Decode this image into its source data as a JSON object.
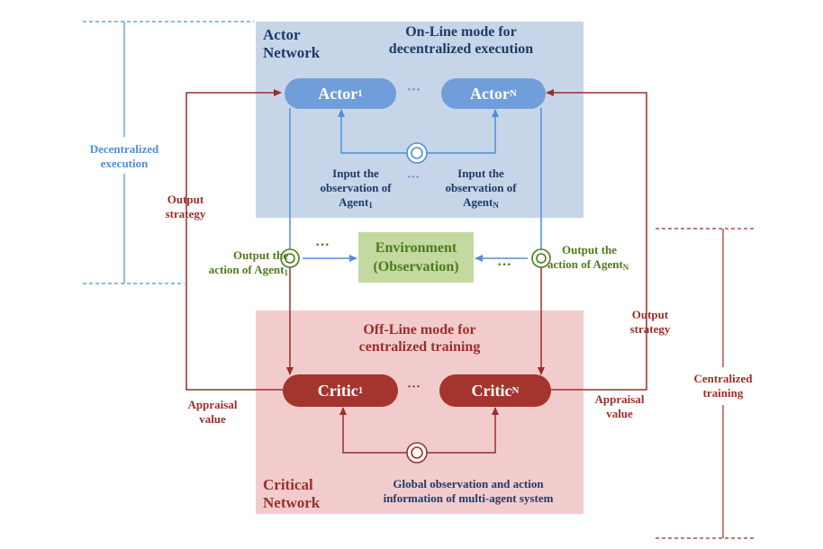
{
  "actor_panel": {
    "title_line1": "Actor",
    "title_line2": "Network",
    "mode_line1": "On-Line mode for",
    "mode_line2": "decentralized execution"
  },
  "critic_panel": {
    "title_line1": "Critical",
    "title_line2": "Network",
    "mode_line1": "Off-Line mode for",
    "mode_line2": "centralized training"
  },
  "actors": {
    "first": {
      "name": "Actor",
      "sub": "1"
    },
    "last": {
      "name": "Actor",
      "sub": "N"
    },
    "ellipsis": "···"
  },
  "critics": {
    "first": {
      "name": "Critic",
      "sub": "1"
    },
    "last": {
      "name": "Critic",
      "sub": "N"
    },
    "ellipsis": "···"
  },
  "environment": {
    "line1": "Environment",
    "line2": "(Observation)"
  },
  "observation_inputs": {
    "left_line1": "Input the",
    "left_line2": "observation of",
    "left_line3": "Agent",
    "left_sub": "1",
    "right_line1": "Input the",
    "right_line2": "observation of",
    "right_line3": "Agent",
    "right_sub": "N",
    "ellipsis": "···"
  },
  "actions": {
    "left_line1": "Output the",
    "left_line2": "action of Agent",
    "left_sub": "1",
    "right_line1": "Output the",
    "right_line2": "action of Agent",
    "right_sub": "N",
    "ellipsis": "···"
  },
  "strategy": {
    "left_line1": "Output",
    "left_line2": "strategy",
    "right_line1": "Output",
    "right_line2": "strategy"
  },
  "appraisal": {
    "left_line1": "Appraisal",
    "left_line2": "value",
    "right_line1": "Appraisal",
    "right_line2": "value"
  },
  "global_info": {
    "line1": "Global observation and action",
    "line2": "information of multi-agent system"
  },
  "side_labels": {
    "decentralized_line1": "Decentralized",
    "decentralized_line2": "execution",
    "centralized_line1": "Centralized",
    "centralized_line2": "training"
  },
  "colors": {
    "actor_panel": "#c6d6e8",
    "critic_panel": "#f2cccc",
    "actor_pill": "#6f9edb",
    "critic_pill": "#a4352e",
    "environment": "#c3d99f",
    "blue_line": "#4f8fd8",
    "red_line": "#9a2f2a",
    "green_text": "#4f7a1e"
  }
}
